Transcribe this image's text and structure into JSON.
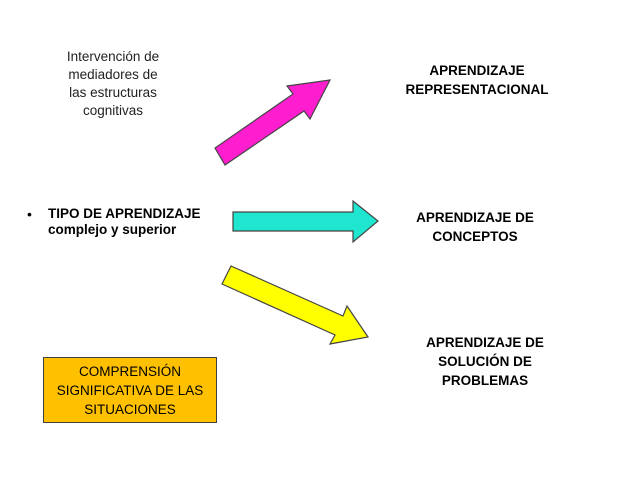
{
  "note": {
    "lines": [
      "Intervención de",
      "mediadores  de",
      "las estructuras",
      "cognitivas"
    ]
  },
  "bullet": {
    "marker": "•",
    "line1": "TIPO DE APRENDIZAJE",
    "line2": "complejo y superior"
  },
  "labels": {
    "representacional": [
      "APRENDIZAJE",
      "REPRESENTACIONAL"
    ],
    "conceptos": [
      "APRENDIZAJE DE",
      "CONCEPTOS"
    ],
    "solucion": [
      "APRENDIZAJE DE",
      "SOLUCIÓN DE",
      "PROBLEMAS"
    ]
  },
  "box": {
    "lines": [
      "COMPRENSIÓN",
      "SIGNIFICATIVA DE LAS",
      "SITUACIONES"
    ],
    "color": "#ffc000"
  },
  "arrows": {
    "colors": {
      "top": "#ff1ecf",
      "middle": "#1ee6cf",
      "bottom": "#ffff00",
      "stroke": "#444444"
    }
  }
}
